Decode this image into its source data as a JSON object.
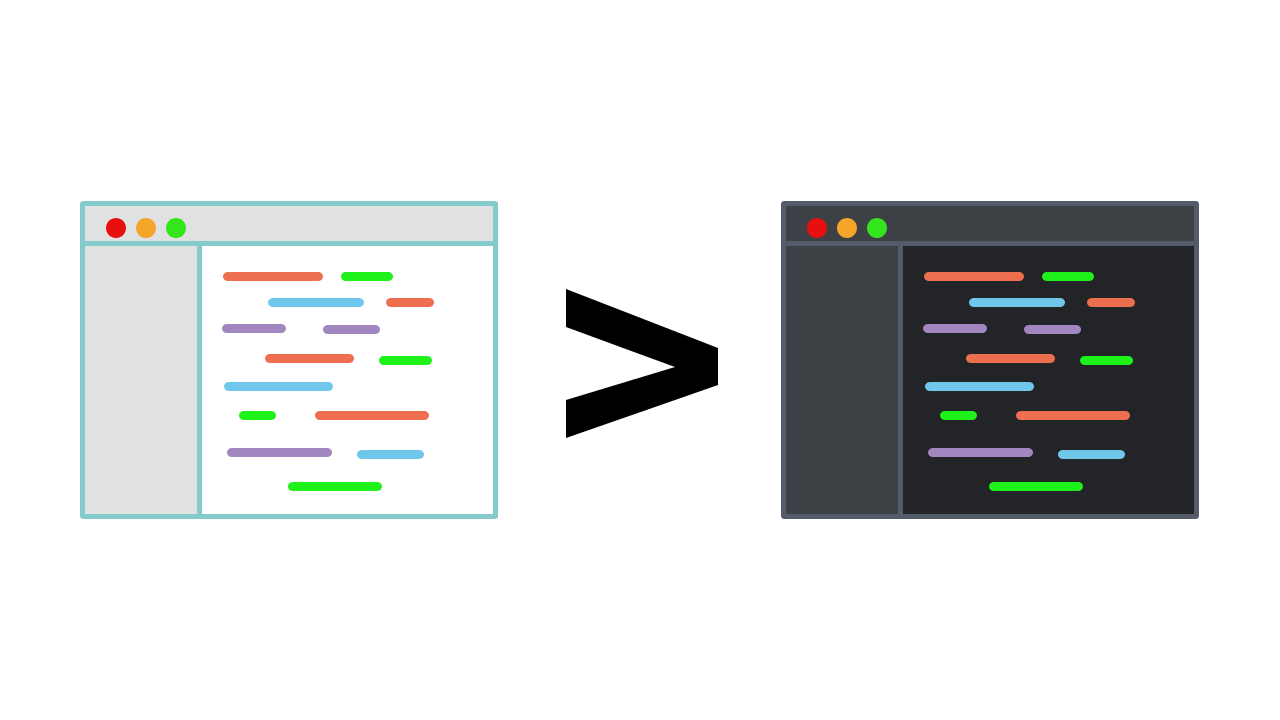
{
  "colors": {
    "dot_red": "#e8100f",
    "dot_orange": "#f4a52a",
    "dot_green": "#33e61c",
    "code_orange": "#ee6e50",
    "code_green": "#1ef21a",
    "code_blue": "#6fc8ec",
    "code_purple": "#a286bf",
    "chevron": "#000000"
  },
  "windows": [
    {
      "theme": "light",
      "frame_color": "#85cbcb",
      "titlebar_color": "#e0e2e1",
      "sidebar_color": "#e0e2e1",
      "editor_color": "#ffffff"
    },
    {
      "theme": "dark",
      "frame_color": "#555c69",
      "titlebar_color": "#3d4146",
      "sidebar_color": "#3d4146",
      "editor_color": "#222427"
    }
  ],
  "code_lines": [
    {
      "row": 1,
      "color": "code_orange"
    },
    {
      "row": 1,
      "color": "code_green"
    },
    {
      "row": 2,
      "color": "code_blue"
    },
    {
      "row": 2,
      "color": "code_orange"
    },
    {
      "row": 3,
      "color": "code_purple"
    },
    {
      "row": 3,
      "color": "code_purple"
    },
    {
      "row": 4,
      "color": "code_orange"
    },
    {
      "row": 4,
      "color": "code_green"
    },
    {
      "row": 5,
      "color": "code_blue"
    },
    {
      "row": 6,
      "color": "code_green"
    },
    {
      "row": 6,
      "color": "code_orange"
    },
    {
      "row": 7,
      "color": "code_purple"
    },
    {
      "row": 7,
      "color": "code_blue"
    },
    {
      "row": 8,
      "color": "code_green"
    }
  ]
}
